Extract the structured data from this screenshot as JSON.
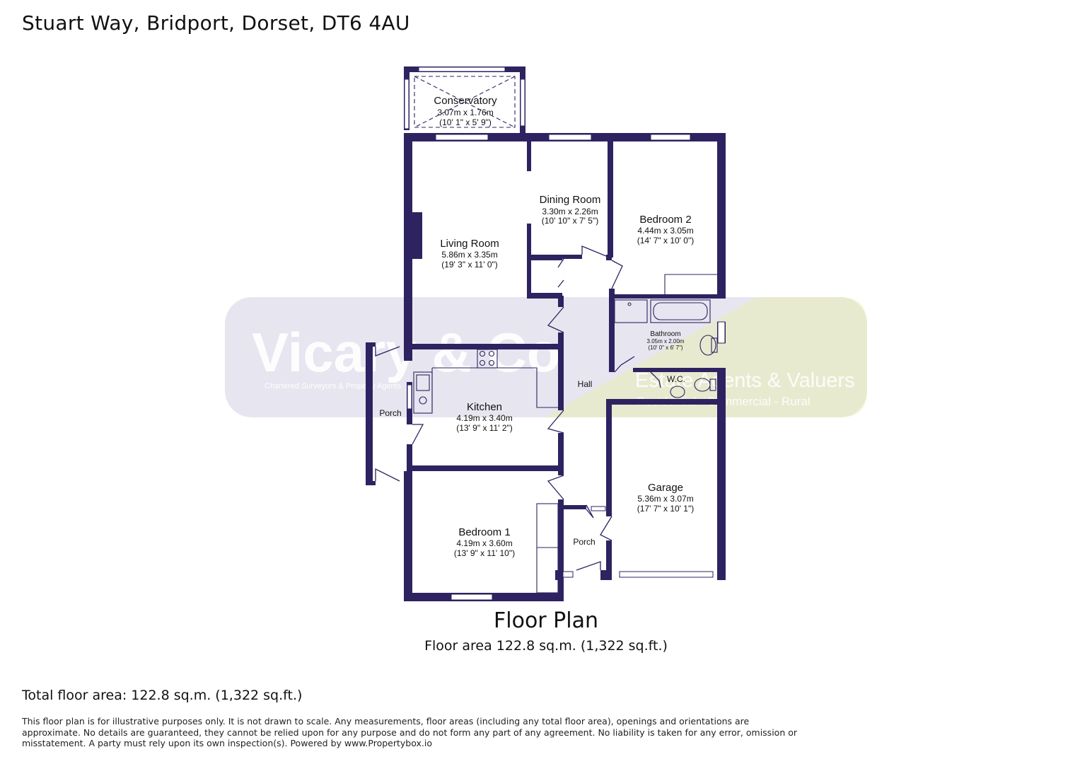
{
  "address": "Stuart Way, Bridport, Dorset, DT6 4AU",
  "plan_title": "Floor Plan",
  "plan_area": "Floor area 122.8 sq.m. (1,322 sq.ft.)",
  "total_area": "Total floor area: 122.8 sq.m. (1,322 sq.ft.)",
  "disclaimer": "This floor plan is for illustrative purposes only. It is not drawn to scale. Any measurements, floor areas (including any total floor area), openings and orientations are approximate. No details are guaranteed, they cannot be relied upon for any purpose and do not form any part of any agreement. No liability is taken for any error, omission or misstatement. A party must rely upon its own inspection(s). Powered by www.Propertybox.io",
  "watermark": {
    "brand": "Vicary & Co",
    "brand_sub": "Chartered Surveyors & Property Agents",
    "tagline": "Estate Agents & Valuers",
    "tagline_sub": "Residential - Commercial - Rural"
  },
  "colors": {
    "wall": "#2e2360",
    "watermark_purple": "#3b2d83",
    "watermark_green": "#e9efb4"
  },
  "rooms": {
    "conservatory": {
      "name": "Conservatory",
      "metric": "3.07m x 1.76m",
      "imperial": "(10' 1\" x 5' 9\")"
    },
    "dining_room": {
      "name": "Dining Room",
      "metric": "3.30m x 2.26m",
      "imperial": "(10' 10\" x 7' 5\")"
    },
    "bedroom_2": {
      "name": "Bedroom 2",
      "metric": "4.44m x 3.05m",
      "imperial": "(14' 7\" x 10' 0\")"
    },
    "living_room": {
      "name": "Living Room",
      "metric": "5.86m x 3.35m",
      "imperial": "(19' 3\" x 11' 0\")"
    },
    "bathroom": {
      "name": "Bathroom",
      "metric": "3.05m x 2.00m",
      "imperial": "(10' 0\" x 6' 7\")"
    },
    "wc": {
      "name": "W.C."
    },
    "hall": {
      "name": "Hall"
    },
    "porch_west": {
      "name": "Porch"
    },
    "kitchen": {
      "name": "Kitchen",
      "metric": "4.19m x 3.40m",
      "imperial": "(13' 9\" x 11' 2\")"
    },
    "garage": {
      "name": "Garage",
      "metric": "5.36m x 3.07m",
      "imperial": "(17' 7\" x 10' 1\")"
    },
    "bedroom_1": {
      "name": "Bedroom 1",
      "metric": "4.19m x 3.60m",
      "imperial": "(13' 9\" x 11' 10\")"
    },
    "porch_east": {
      "name": "Porch"
    }
  }
}
